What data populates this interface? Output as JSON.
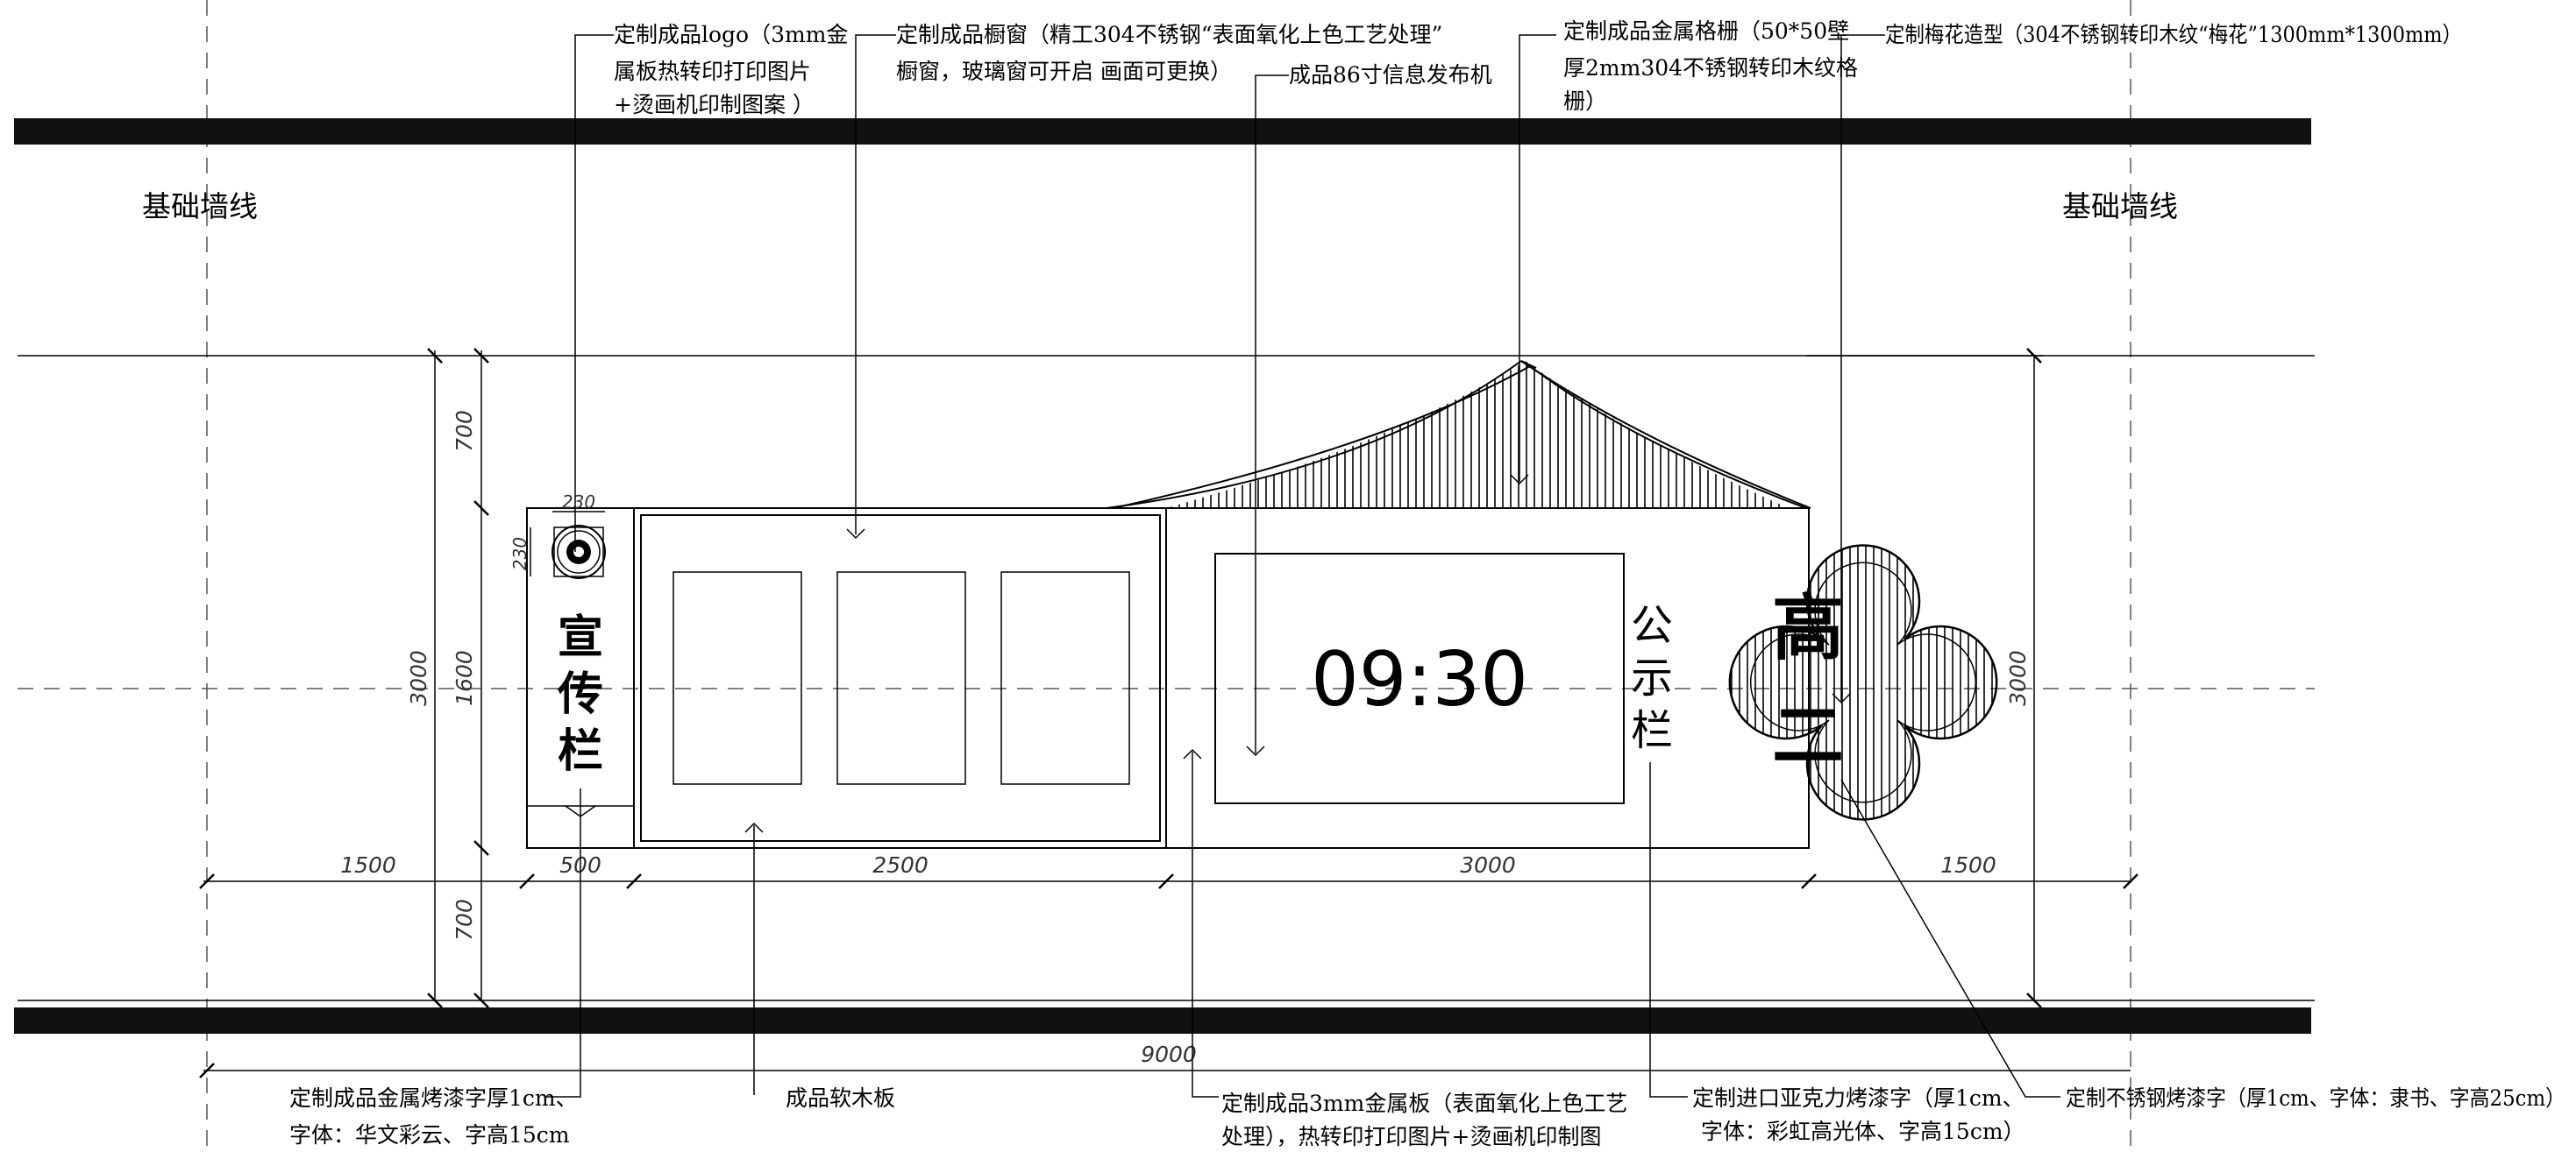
{
  "wall_labels": {
    "left": "基础墙线",
    "right": "基础墙线"
  },
  "annotations_top": {
    "logo": [
      "定制成品logo（3mm金",
      "属板热转印打印图片",
      "+烫画机印制图案 ）"
    ],
    "window": [
      "定制成品橱窗（精工304不锈钢“表面氧化上色工艺处理”",
      "橱窗，玻璃窗可开启 画面可更换）"
    ],
    "screen": [
      "成品86寸信息发布机"
    ],
    "grille": [
      "定制成品金属格栅（50*50壁",
      "厚2mm304不锈钢转印木纹格",
      "栅）"
    ],
    "plum": [
      "定制梅花造型（304不锈钢转印木纹“梅花”1300mm*1300mm）"
    ]
  },
  "annotations_bottom": {
    "metal_text": [
      "定制成品金属烤漆字厚1cm、",
      "字体：华文彩云、字高15cm"
    ],
    "cork": [
      "成品软木板"
    ],
    "metal_plate": [
      "定制成品3mm金属板（表面氧化上色工艺",
      "处理），热转印打印图片+烫画机印制图"
    ],
    "acrylic": [
      "定制进口亚克力烤漆字（厚1cm、",
      "字体：彩虹高光体、字高15cm）"
    ],
    "steel_text": [
      "定制不锈钢烤漆字（厚1cm、字体：隶书、字高25cm）"
    ]
  },
  "board": {
    "title_chars": [
      "宣",
      "传",
      "栏"
    ],
    "clock": "09:30",
    "notice_chars": [
      "公",
      "示",
      "栏"
    ],
    "plum_chars": [
      "高",
      "二"
    ]
  },
  "dimensions": {
    "bottom_row": [
      "1500",
      "500",
      "2500",
      "3000",
      "1500"
    ],
    "total": "9000",
    "left_vertical": [
      "700",
      "1600",
      "700"
    ],
    "left_total": "3000",
    "right_total": "3000",
    "logo_w": "230",
    "logo_h": "230"
  }
}
